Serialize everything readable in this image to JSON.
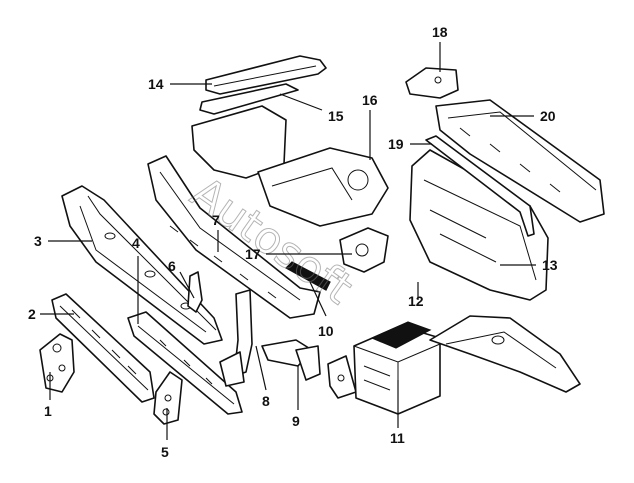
{
  "diagram": {
    "type": "exploded-parts-diagram",
    "watermark": "Autosoft",
    "colors": {
      "line": "#111111",
      "background": "#ffffff",
      "watermark": "#777777"
    },
    "callouts": [
      {
        "id": 1,
        "label": "1"
      },
      {
        "id": 2,
        "label": "2"
      },
      {
        "id": 3,
        "label": "3"
      },
      {
        "id": 4,
        "label": "4"
      },
      {
        "id": 5,
        "label": "5"
      },
      {
        "id": 6,
        "label": "6"
      },
      {
        "id": 7,
        "label": "7"
      },
      {
        "id": 8,
        "label": "8"
      },
      {
        "id": 9,
        "label": "9"
      },
      {
        "id": 10,
        "label": "10"
      },
      {
        "id": 11,
        "label": "11"
      },
      {
        "id": 12,
        "label": "12"
      },
      {
        "id": 13,
        "label": "13"
      },
      {
        "id": 14,
        "label": "14"
      },
      {
        "id": 15,
        "label": "15"
      },
      {
        "id": 16,
        "label": "16"
      },
      {
        "id": 17,
        "label": "17"
      },
      {
        "id": 18,
        "label": "18"
      },
      {
        "id": 19,
        "label": "19"
      },
      {
        "id": 20,
        "label": "20"
      }
    ]
  }
}
